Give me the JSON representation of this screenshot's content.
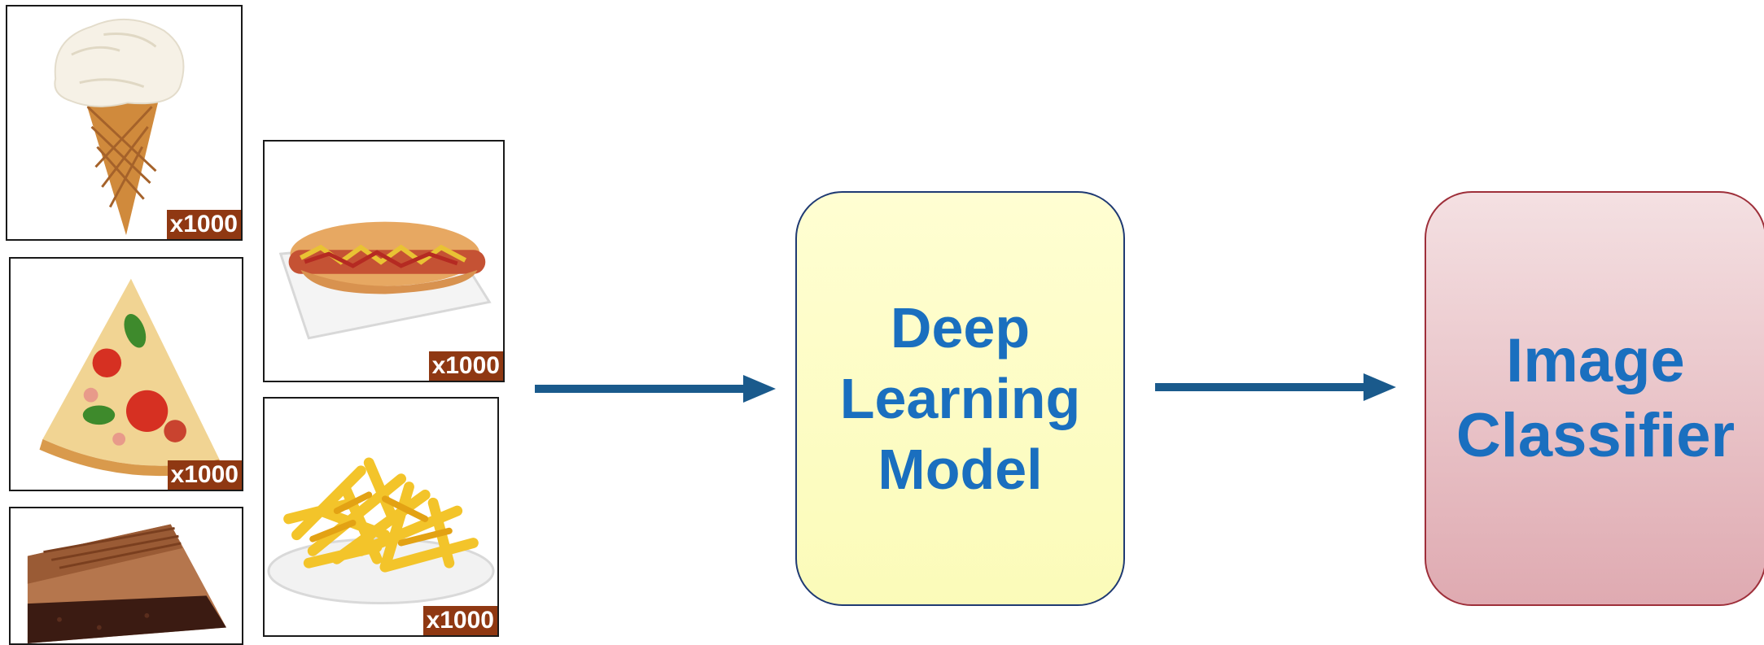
{
  "training_images": [
    {
      "name": "ice-cream",
      "count_label": "x1000"
    },
    {
      "name": "hot-dog",
      "count_label": "x1000"
    },
    {
      "name": "pizza",
      "count_label": "x1000"
    },
    {
      "name": "french-fries",
      "count_label": "x1000"
    },
    {
      "name": "chocolate-cake",
      "count_label": ""
    }
  ],
  "model": {
    "line1": "Deep",
    "line2": "Learning",
    "line3": "Model"
  },
  "classifier": {
    "line1": "Image",
    "line2": "Classifier"
  },
  "colors": {
    "arrow": "#1a5a8c",
    "badge": "#8f3812",
    "text": "#1a6fbf",
    "model_fill": "#fdfdc4",
    "classifier_fill": "#eac6cb"
  }
}
